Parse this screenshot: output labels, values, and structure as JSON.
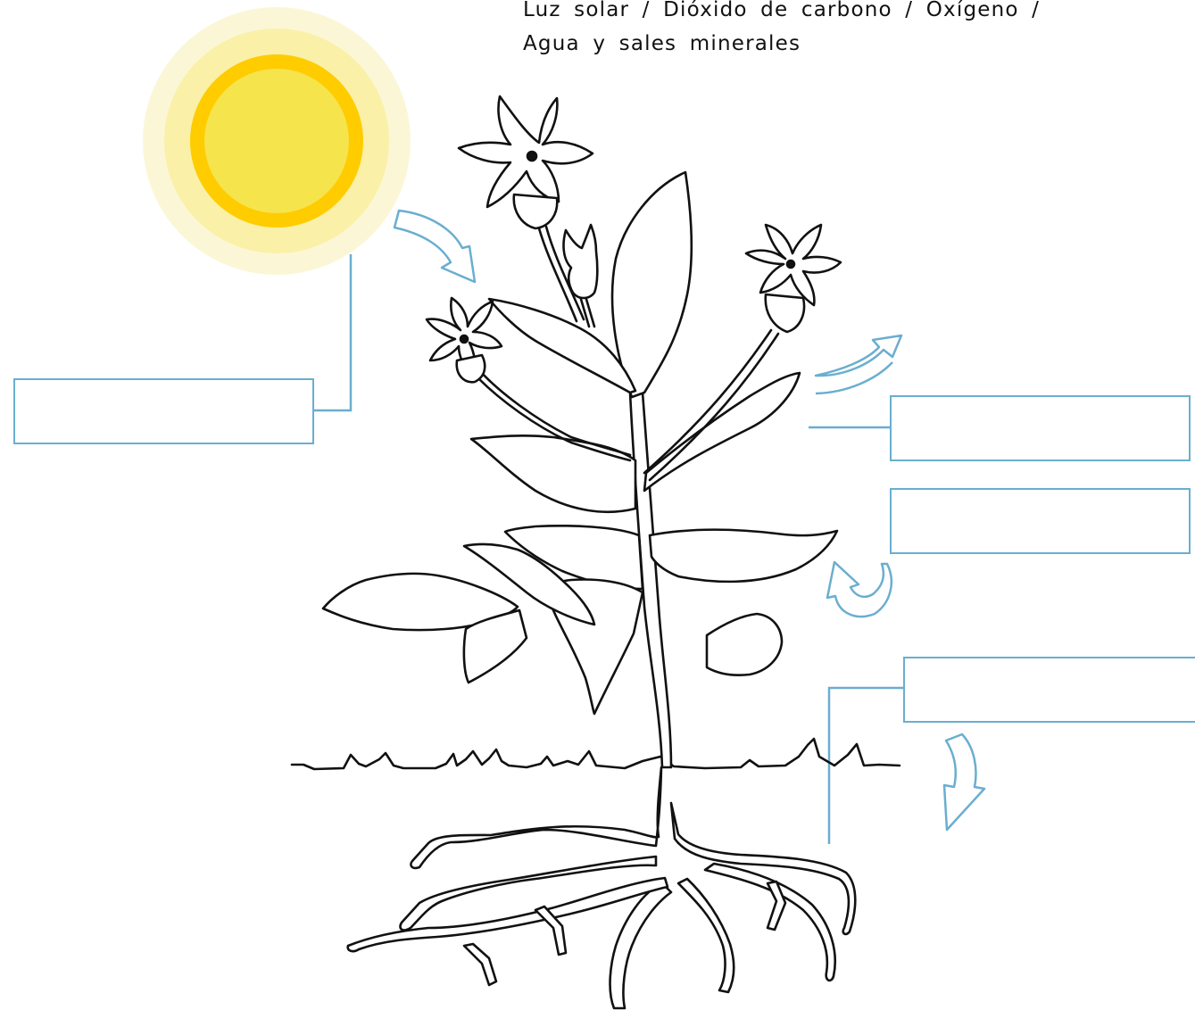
{
  "word_bank": {
    "line1": "Luz solar / Dióxido de carbono / Oxígeno /",
    "line2": "Agua y sales minerales"
  },
  "answer_boxes": [
    {
      "id": "left-box",
      "value": ""
    },
    {
      "id": "right-top-box",
      "value": ""
    },
    {
      "id": "right-middle-box",
      "value": ""
    },
    {
      "id": "right-bottom-box",
      "value": ""
    }
  ],
  "colors": {
    "line_accent": "#6aaed0",
    "sun_core": "#f5e44c",
    "sun_ring": "#ffcc00",
    "sun_halo_inner": "#faf0a8",
    "sun_halo_outer": "#fbf7d6",
    "outline": "#111111"
  }
}
